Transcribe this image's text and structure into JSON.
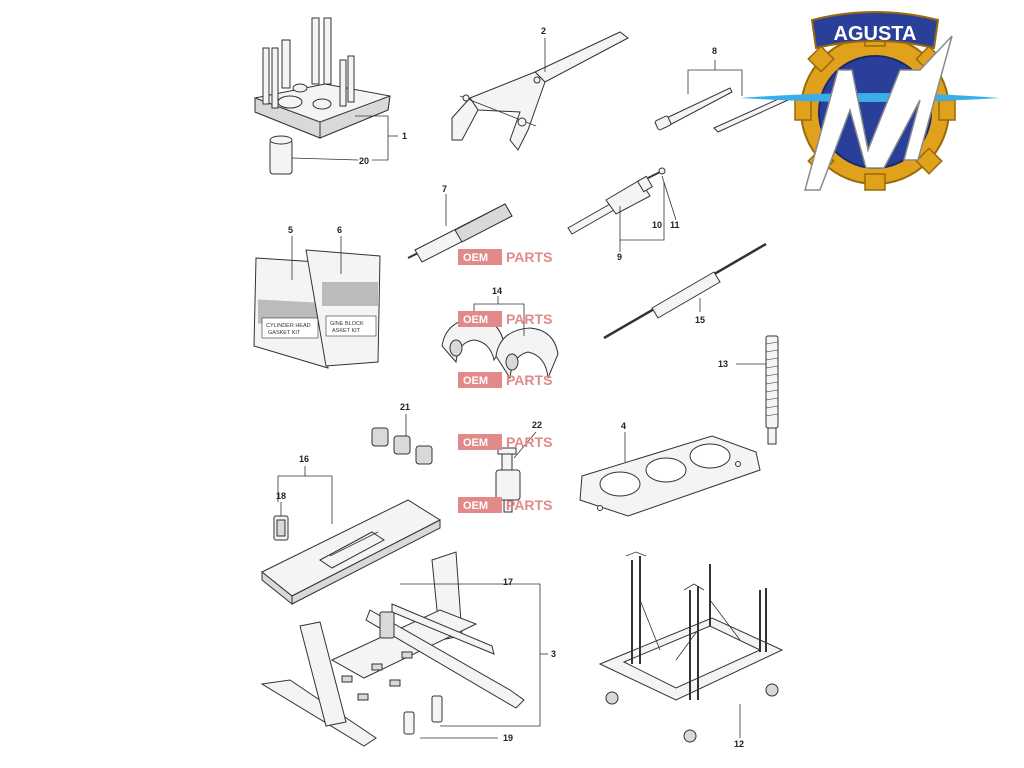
{
  "labels": {
    "l1": "1",
    "l2": "2",
    "l3": "3",
    "l4": "4",
    "l5": "5",
    "l6": "6",
    "l7": "7",
    "l8": "8",
    "l9": "9",
    "l10": "10",
    "l11": "11",
    "l12": "12",
    "l13": "13",
    "l14": "14",
    "l15": "15",
    "l16": "16",
    "l17": "17",
    "l18": "18",
    "l19": "19",
    "l20": "20",
    "l21": "21",
    "l22": "22"
  },
  "bags": {
    "left_line1": "CYLINDER HEAD",
    "left_line2": "GASKET KIT",
    "right_line1": "GINE BLOCK",
    "right_line2": "ASKET KIT"
  },
  "watermark": {
    "oem": "OEM",
    "parts": "PARTS"
  },
  "logo": {
    "top_text": "AGUSTA",
    "brand_colors": {
      "gold": "#e0a21c",
      "blue": "#2a3f9a",
      "cyan": "#3aaee8"
    }
  }
}
